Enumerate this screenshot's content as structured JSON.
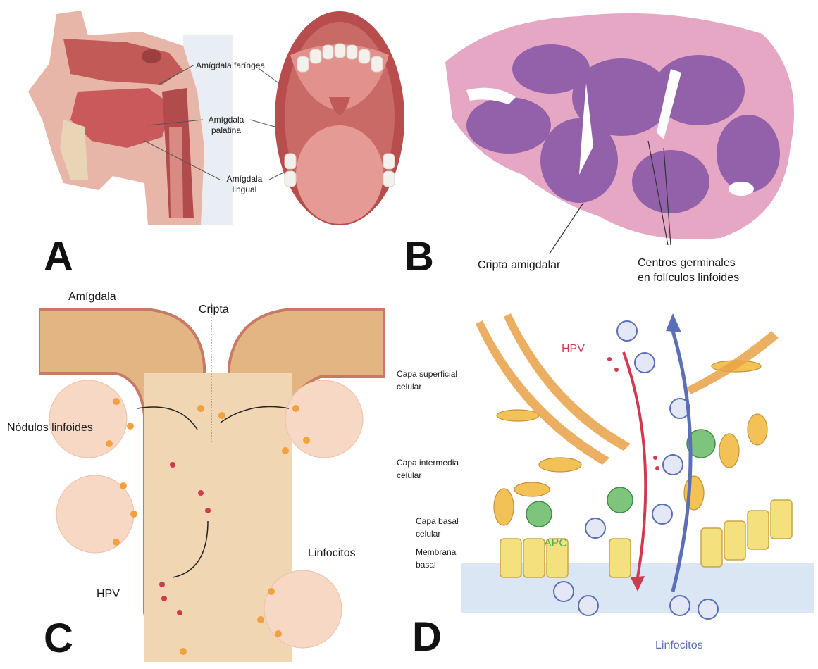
{
  "panels": {
    "A": {
      "letter": "A",
      "labels": {
        "pharyngeal": "Amígdala faríngea",
        "palatine_1": "Amígdala",
        "palatine_2": "palatina",
        "lingual_1": "Amígdala",
        "lingual_2": "lingual"
      }
    },
    "B": {
      "letter": "B",
      "labels": {
        "crypt": "Cripta amigdalar",
        "germinal_1": "Centros germinales",
        "germinal_2": "en folículos linfoides"
      }
    },
    "C": {
      "letter": "C",
      "labels": {
        "tonsil": "Amígdala",
        "crypt": "Cripta",
        "nodules": "Nódulos linfoides",
        "lymphocytes": "Linfocitos",
        "hpv": "HPV"
      }
    },
    "D": {
      "letter": "D",
      "labels": {
        "superficial_1": "Capa superficial",
        "superficial_2": "celular",
        "intermediate_1": "Capa intermedia",
        "intermediate_2": "celular",
        "basal_1": "Capa basal",
        "basal_2": "celular",
        "membrane_1": "Membrana",
        "membrane_2": "basal",
        "hpv": "HPV",
        "apc": "APC",
        "lymphocytes": "Linfocitos"
      }
    }
  },
  "colors": {
    "tissue_red": "#c9595a",
    "tissue_pink": "#e8a09a",
    "histo_purple": "#8a5aa8",
    "histo_pink": "#e6a7c4",
    "epithelium_tan": "#e3b582",
    "lymph_orange": "#f3a13f",
    "hpv_red": "#d03a4f",
    "apc_green": "#4fae5a",
    "lymph_blue": "#5b6fb8"
  }
}
